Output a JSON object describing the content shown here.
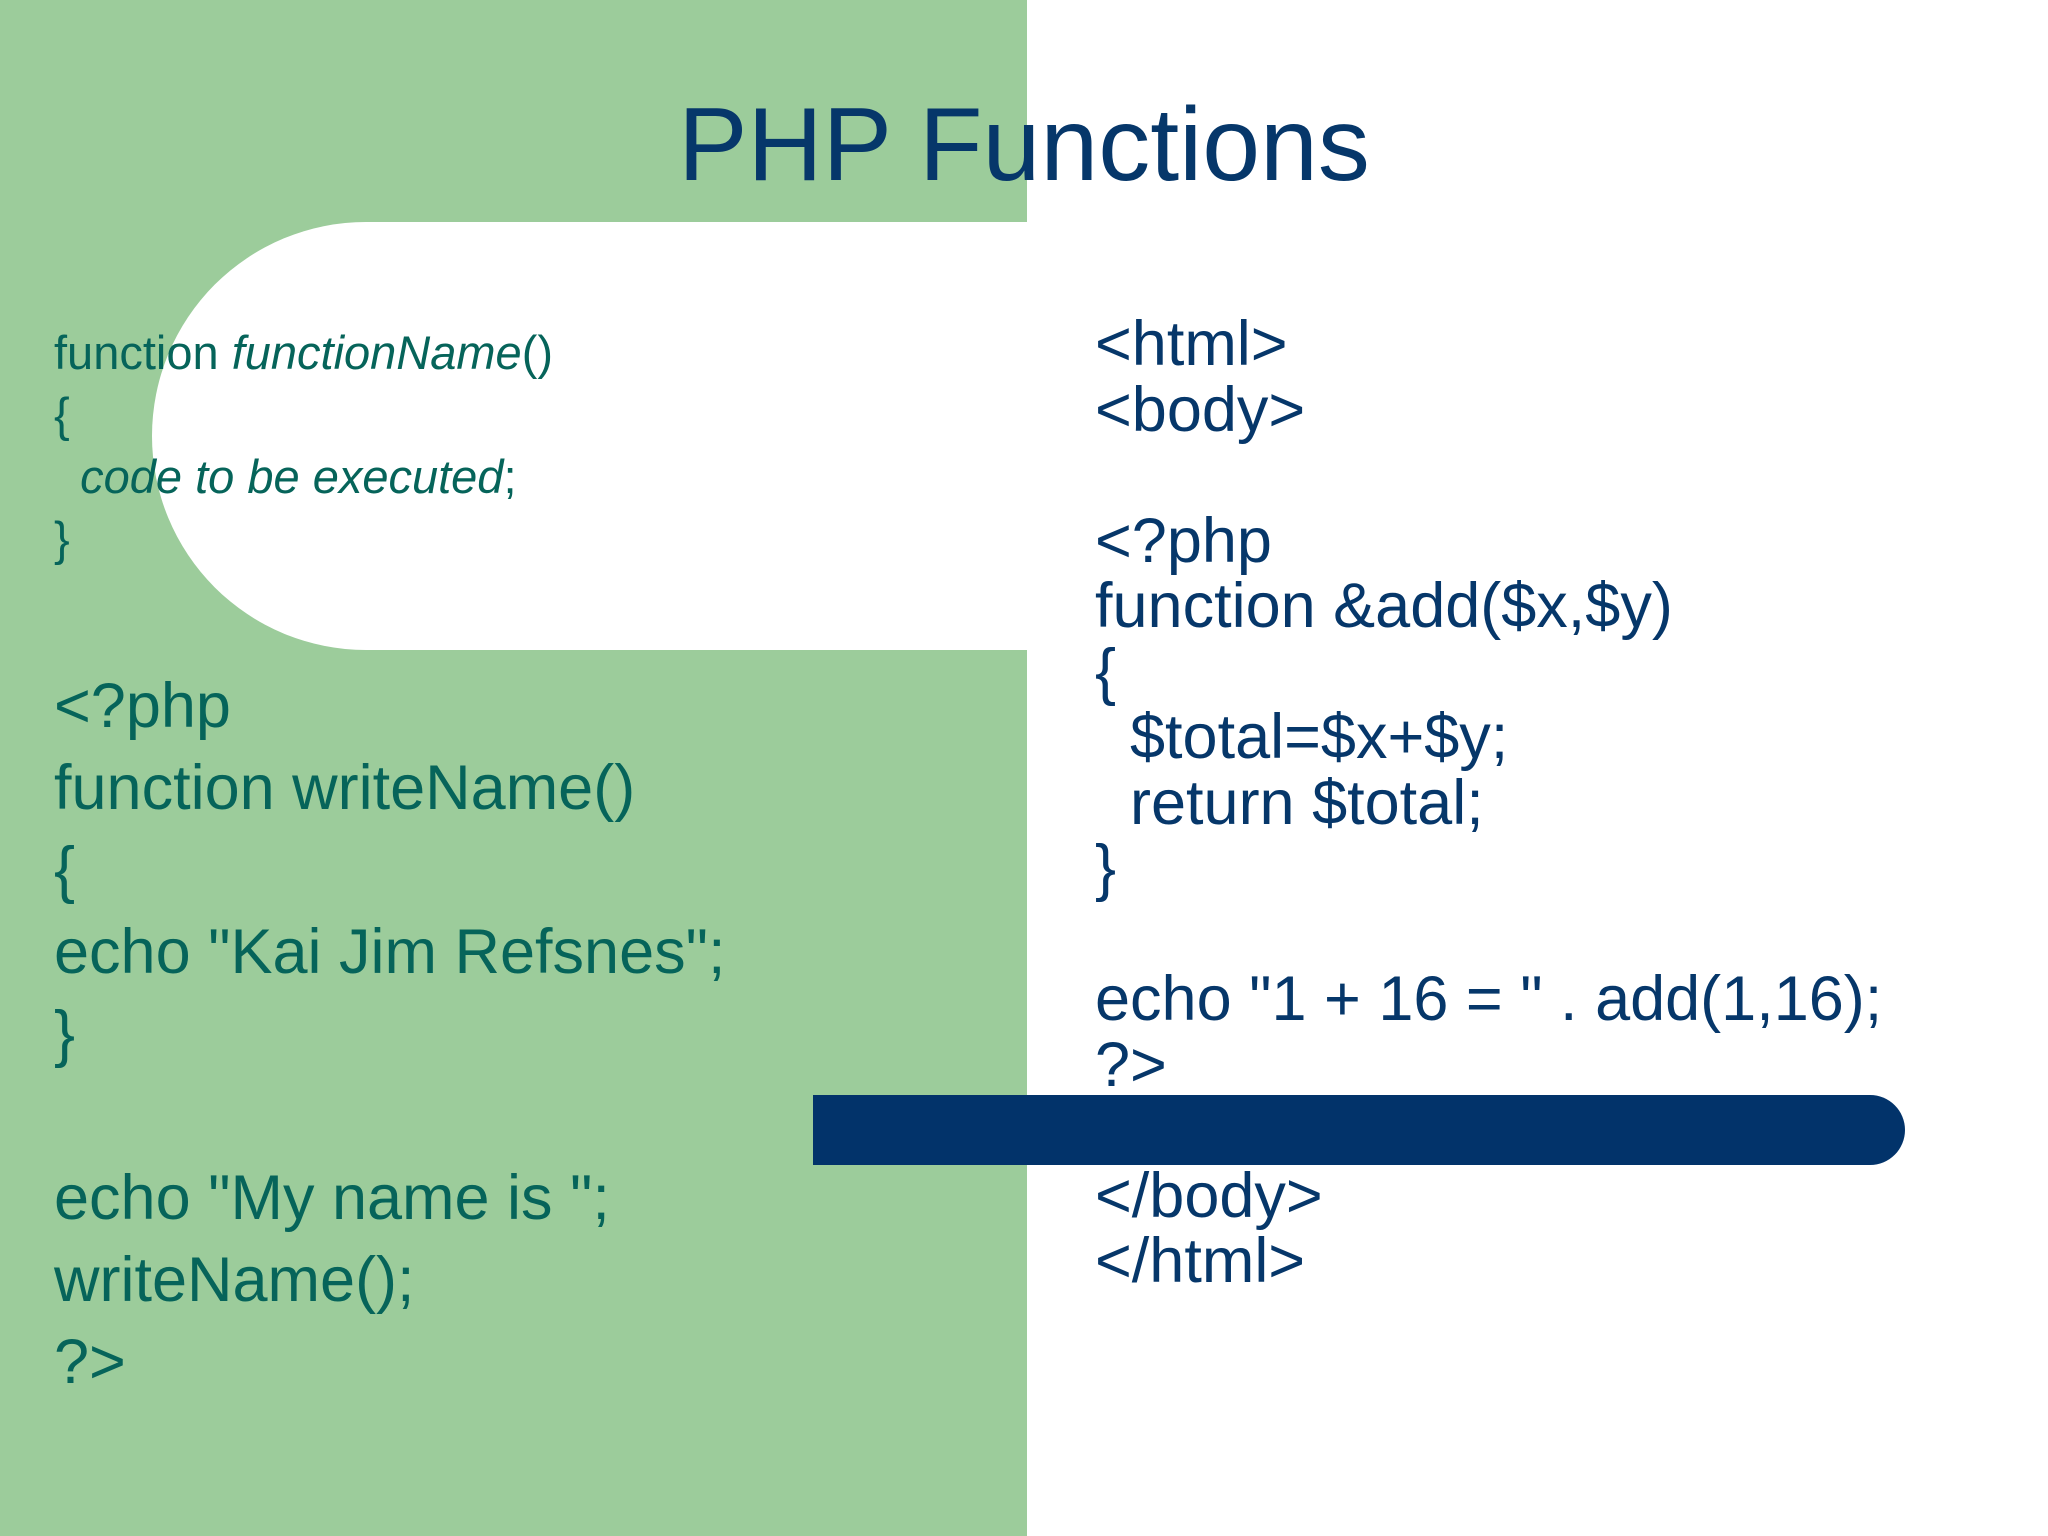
{
  "slide": {
    "title": "PHP Functions",
    "syntax_block": {
      "line1_keyword": "function ",
      "line1_name": "functionName",
      "line1_parens": "()",
      "line2": "{",
      "line3_indent": "  ",
      "line3_body": "code to be executed",
      "line3_semicolon": ";",
      "line4": "}"
    },
    "left_code": "<?php\nfunction writeName()\n{\necho \"Kai Jim Refsnes\";\n}\n\necho \"My name is \";\nwriteName();\n?>",
    "right_code": "<html>\n<body>\n\n<?php\nfunction &add($x,$y)\n{\n  $total=$x+$y;\n  return $total;\n}\n\necho \"1 + 16 = \" . add(1,16);\n?>\n\n</body>\n</html>"
  },
  "colors": {
    "green_panel": "#9ccc9b",
    "title_navy": "#06376a",
    "code_teal": "#06645a",
    "bar_navy": "#02336a",
    "background": "#ffffff"
  }
}
